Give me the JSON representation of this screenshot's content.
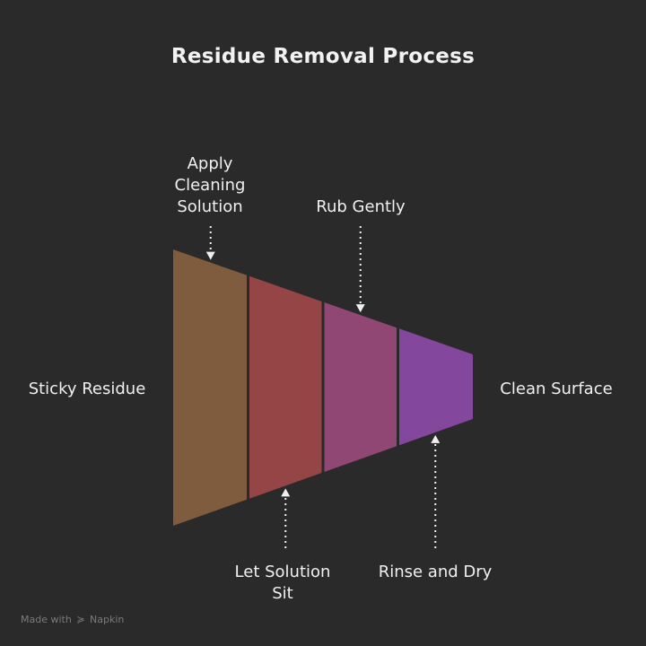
{
  "title": "Residue Removal Process",
  "start_label": "Sticky Residue",
  "end_label": "Clean Surface",
  "stages": [
    {
      "label": "Apply Cleaning Solution",
      "label_lines": [
        "Apply",
        "Cleaning",
        "Solution"
      ],
      "color": "#7f5c3e",
      "annotation_side": "top"
    },
    {
      "label": "Let Solution Sit",
      "label_lines": [
        "Let Solution",
        "Sit"
      ],
      "color": "#954545",
      "annotation_side": "bottom"
    },
    {
      "label": "Rub Gently",
      "label_lines": [
        "Rub Gently"
      ],
      "color": "#914774",
      "annotation_side": "top"
    },
    {
      "label": "Rinse and Dry",
      "label_lines": [
        "Rinse and Dry"
      ],
      "color": "#83479d",
      "annotation_side": "bottom"
    }
  ],
  "footer": {
    "prefix": "Made with",
    "brand": "Napkin"
  }
}
